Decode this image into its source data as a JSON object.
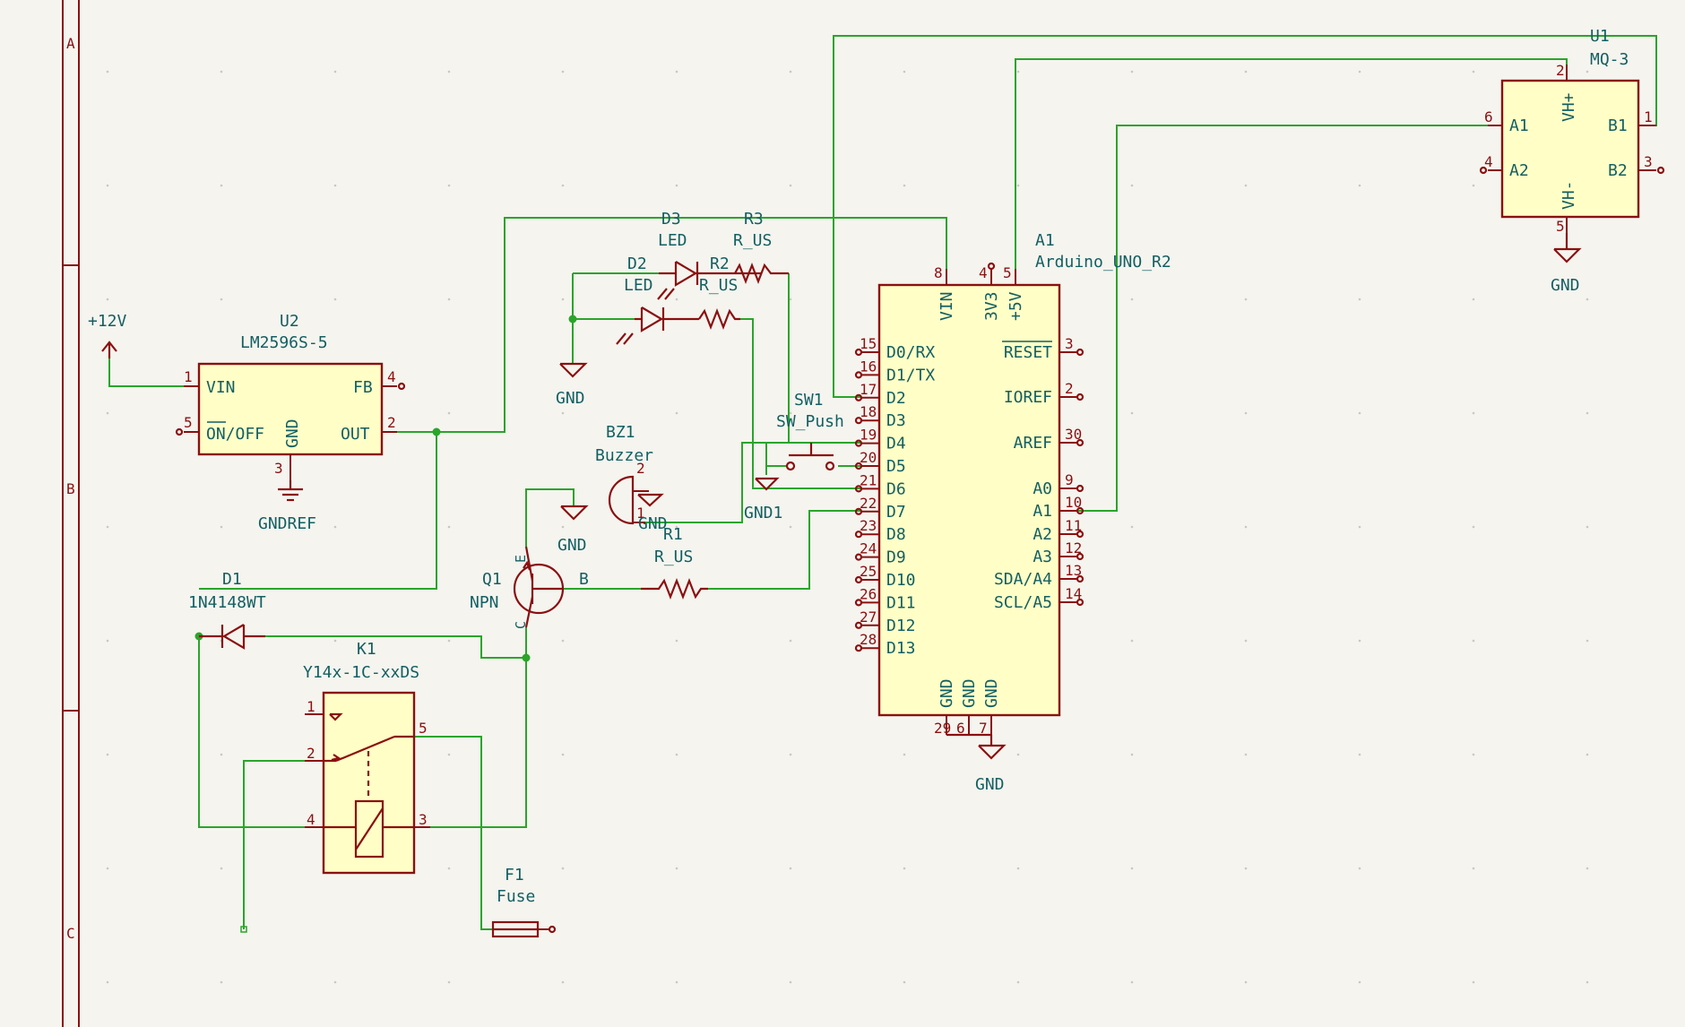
{
  "sheet": {
    "zones": [
      "A",
      "B",
      "C"
    ]
  },
  "power": {
    "v12": "+12V",
    "gnd": "GND",
    "gndref": "GNDREF",
    "gnd1": "GND1"
  },
  "u2": {
    "ref": "U2",
    "value": "LM2596S-5",
    "pin_vin": "VIN",
    "pin_fb": "FB",
    "pin_onoff": "ON/OFF",
    "pin_gnd": "GND",
    "pin_out": "OUT",
    "n1": "1",
    "n2": "2",
    "n3": "3",
    "n4": "4",
    "n5": "5"
  },
  "a1": {
    "ref": "A1",
    "value": "Arduino_UNO_R2",
    "left_pins": [
      {
        "num": "15",
        "name": "D0/RX"
      },
      {
        "num": "16",
        "name": "D1/TX"
      },
      {
        "num": "17",
        "name": "D2"
      },
      {
        "num": "18",
        "name": "D3"
      },
      {
        "num": "19",
        "name": "D4"
      },
      {
        "num": "20",
        "name": "D5"
      },
      {
        "num": "21",
        "name": "D6"
      },
      {
        "num": "22",
        "name": "D7"
      },
      {
        "num": "23",
        "name": "D8"
      },
      {
        "num": "24",
        "name": "D9"
      },
      {
        "num": "25",
        "name": "D10"
      },
      {
        "num": "26",
        "name": "D11"
      },
      {
        "num": "27",
        "name": "D12"
      },
      {
        "num": "28",
        "name": "D13"
      }
    ],
    "right_pins": [
      {
        "num": "3",
        "name": "RESET"
      },
      {
        "num": "2",
        "name": "IOREF"
      },
      {
        "num": "30",
        "name": "AREF"
      },
      {
        "num": "9",
        "name": "A0"
      },
      {
        "num": "10",
        "name": "A1"
      },
      {
        "num": "11",
        "name": "A2"
      },
      {
        "num": "12",
        "name": "A3"
      },
      {
        "num": "13",
        "name": "SDA/A4"
      },
      {
        "num": "14",
        "name": "SCL/A5"
      }
    ],
    "top_pins": [
      {
        "num": "8",
        "name": "VIN"
      },
      {
        "num": "4",
        "name": "3V3"
      },
      {
        "num": "5",
        "name": "+5V"
      }
    ],
    "bottom_pins": [
      {
        "num": "29",
        "name": "GND"
      },
      {
        "num": "6",
        "name": "GND"
      },
      {
        "num": "7",
        "name": "GND"
      }
    ]
  },
  "u1": {
    "ref": "U1",
    "value": "MQ-3",
    "pin_a1": "A1",
    "pin_a2": "A2",
    "pin_b1": "B1",
    "pin_b2": "B2",
    "pin_vhp": "VH+",
    "pin_vhm": "VH-",
    "n1": "1",
    "n2": "2",
    "n3": "3",
    "n4": "4",
    "n5": "5",
    "n6": "6"
  },
  "d3": {
    "ref": "D3",
    "value": "LED"
  },
  "r3": {
    "ref": "R3",
    "value": "R_US"
  },
  "d2": {
    "ref": "D2",
    "value": "LED"
  },
  "r2": {
    "ref": "R2",
    "value": "R_US"
  },
  "sw1": {
    "ref": "SW1",
    "value": "SW_Push"
  },
  "bz1": {
    "ref": "BZ1",
    "value": "Buzzer",
    "n1": "1",
    "n2": "2"
  },
  "r1": {
    "ref": "R1",
    "value": "R_US"
  },
  "q1": {
    "ref": "Q1",
    "value": "NPN",
    "pin_e": "E",
    "pin_b": "B",
    "pin_c": "C"
  },
  "d1": {
    "ref": "D1",
    "value": "1N4148WT"
  },
  "k1": {
    "ref": "K1",
    "value": "Y14x-1C-xxDS",
    "n1": "1",
    "n2": "2",
    "n3": "3",
    "n4": "4",
    "n5": "5"
  },
  "f1": {
    "ref": "F1",
    "value": "Fuse"
  },
  "colors": {
    "wire": "#2aa52a",
    "symbol": "#8a1010",
    "text": "#135f62",
    "body": "#fffec6",
    "background": "#f5f4ef"
  }
}
